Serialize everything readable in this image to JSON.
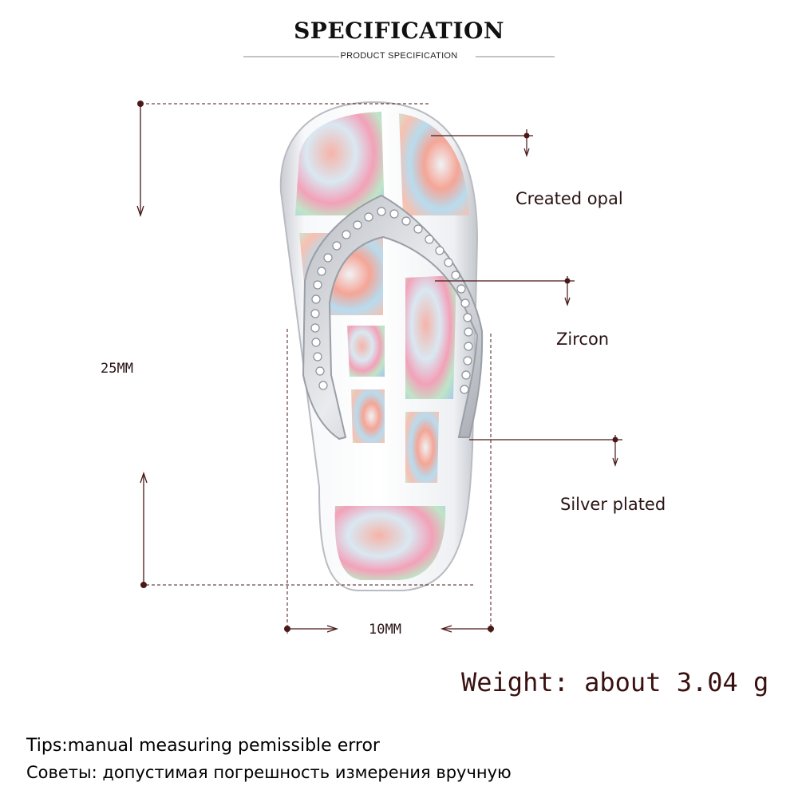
{
  "header": {
    "title": "SPECIFICATION",
    "subtitle": "PRODUCT SPECIFICATION"
  },
  "dimensions": {
    "height": "25MM",
    "width": "10MM"
  },
  "callouts": {
    "opal": "Created opal",
    "zircon": "Zircon",
    "silver": "Silver plated"
  },
  "weight": "Weight: about 3.04 g",
  "tips": {
    "english": "Tips:manual measuring pemissible error",
    "russian": "Советы: допустимая погрешность измерения вручную"
  },
  "colors": {
    "line": "#4a1818",
    "silver": "#e6e8ec",
    "opal_pink": "#f4a7a2",
    "opal_blue": "#a9cde8",
    "opal_green": "#bfe6c2"
  }
}
